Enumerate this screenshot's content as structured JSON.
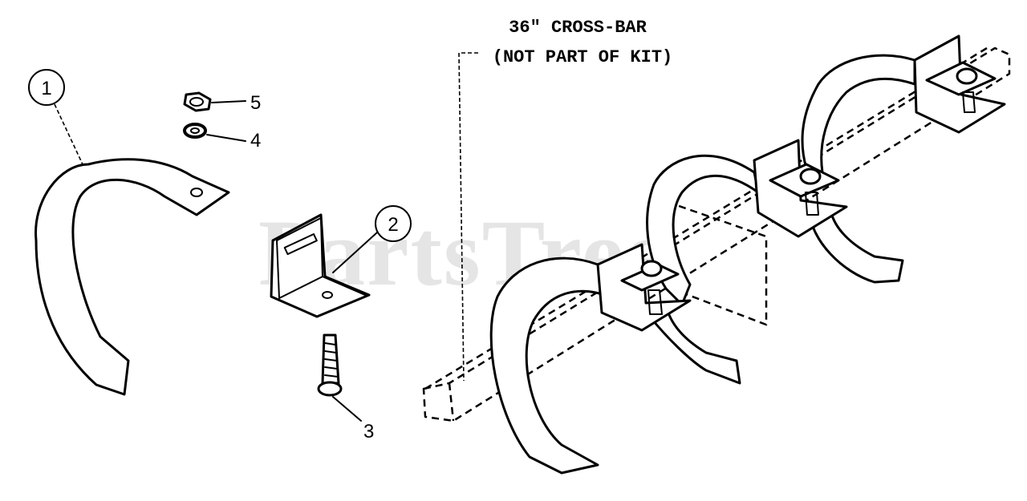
{
  "watermark": "PartsTree",
  "cross_bar_label": {
    "line1": "36\" CROSS-BAR",
    "line2": "(NOT PART OF KIT)"
  },
  "callouts": [
    {
      "id": "1",
      "part": "tine",
      "circled": true
    },
    {
      "id": "2",
      "part": "bracket",
      "circled": true
    },
    {
      "id": "3",
      "part": "bolt",
      "circled": false
    },
    {
      "id": "4",
      "part": "lock-washer",
      "circled": false
    },
    {
      "id": "5",
      "part": "nut",
      "circled": false
    }
  ]
}
